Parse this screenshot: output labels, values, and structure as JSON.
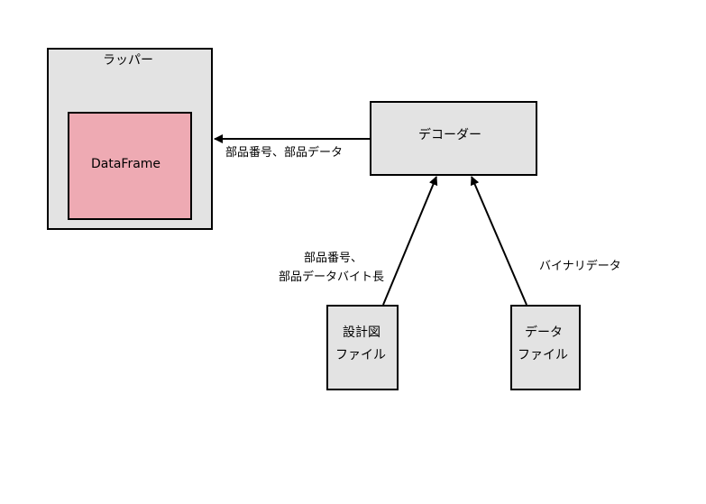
{
  "wrapper": {
    "label": "ラッパー"
  },
  "dataframe": {
    "label": "DataFrame"
  },
  "decoder": {
    "label": "デコーダー"
  },
  "design_file": {
    "line1": "設計図",
    "line2": "ファイル"
  },
  "data_file": {
    "line1": "データ",
    "line2": "ファイル"
  },
  "edges": {
    "decoder_to_wrapper": "部品番号、部品データ",
    "design_to_decoder_line1": "部品番号、",
    "design_to_decoder_line2": "部品データバイト長",
    "data_to_decoder": "バイナリデータ"
  },
  "colors": {
    "box_fill": "#e3e3e3",
    "dataframe_fill": "#eeaab3",
    "stroke": "#000000"
  }
}
